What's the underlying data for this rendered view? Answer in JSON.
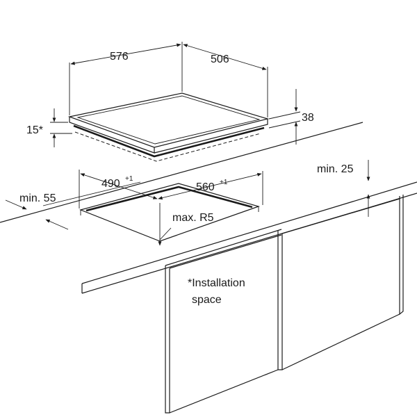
{
  "dimensions": {
    "hob_width": "576",
    "hob_depth": "506",
    "hob_height": "38",
    "frame_height": "15*",
    "cutout_width": "560",
    "cutout_width_tol": "+1",
    "cutout_depth": "490",
    "cutout_depth_tol": "+1",
    "min_front": "min. 55",
    "min_side": "min. 25",
    "corner_radius": "max. R5"
  },
  "note": {
    "line1": "*Installation",
    "line2": "space"
  },
  "colors": {
    "line": "#1a1a1a",
    "background": "#ffffff"
  }
}
